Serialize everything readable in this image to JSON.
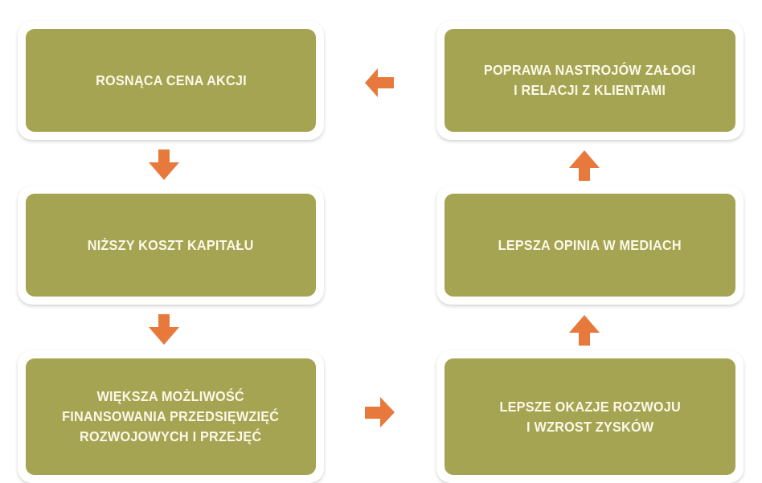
{
  "diagram": {
    "type": "flow-diagram",
    "language": "pl",
    "title_fragment": "",
    "colors": {
      "node_fill": "#a5a452",
      "node_frame": "#ffffff",
      "node_text": "#fbf8e8",
      "arrow": "#e8793c",
      "background": "#ffffff"
    },
    "nodes": [
      {
        "id": "rosnaca-cena-akcji",
        "column": "left",
        "row": 1,
        "label": "ROSNĄCA CENA AKCJI"
      },
      {
        "id": "nizszy-koszt-kapitalu",
        "column": "left",
        "row": 2,
        "label": "NIŻSZY KOSZT KAPITAŁU"
      },
      {
        "id": "wieksza-mozliwosc-finansowania",
        "column": "left",
        "row": 3,
        "label": "WIĘKSZA MOŻLIWOŚĆ\nFINANSOWANIA PRZEDSIĘWZIĘĆ\nROZWOJOWYCH I PRZEJĘĆ"
      },
      {
        "id": "poprawa-nastrojow-zalogi",
        "column": "right",
        "row": 1,
        "label": "POPRAWA NASTROJÓW ZAŁOGI\nI RELACJI Z KLIENTAMI"
      },
      {
        "id": "lepsza-opinia-w-mediach",
        "column": "right",
        "row": 2,
        "label": "LEPSZA OPINIA W MEDIACH"
      },
      {
        "id": "lepsze-okazje-rozwoju",
        "column": "right",
        "row": 3,
        "label": "LEPSZE OKAZJE ROZWOJU\nI WZROST ZYSKÓW"
      }
    ],
    "arrows": [
      {
        "id": "arrow-down-akcji-to-kapitalu",
        "direction": "down",
        "from": "rosnaca-cena-akcji",
        "to": "nizszy-koszt-kapitalu"
      },
      {
        "id": "arrow-down-kapitalu-to-finansowania",
        "direction": "down",
        "from": "nizszy-koszt-kapitalu",
        "to": "wieksza-mozliwosc-finansowania"
      },
      {
        "id": "arrow-left-nastroje-to-akcji",
        "direction": "left",
        "from": "poprawa-nastrojow-zalogi",
        "to": "rosnaca-cena-akcji"
      },
      {
        "id": "arrow-right-finansowania-to-okazje",
        "direction": "right",
        "from": "wieksza-mozliwosc-finansowania",
        "to": "lepsze-okazje-rozwoju"
      },
      {
        "id": "arrow-up-opinia-to-nastroje",
        "direction": "up",
        "from": "lepsza-opinia-w-mediach",
        "to": "poprawa-nastrojow-zalogi"
      },
      {
        "id": "arrow-up-okazje-to-opinia",
        "direction": "up",
        "from": "lepsze-okazje-rozwoju",
        "to": "lepsza-opinia-w-mediach"
      }
    ]
  }
}
